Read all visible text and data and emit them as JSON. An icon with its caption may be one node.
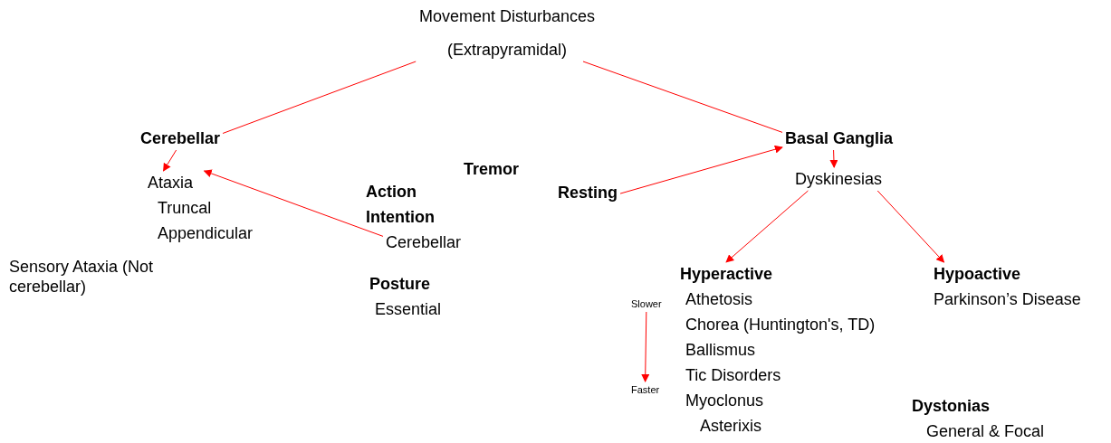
{
  "diagram": {
    "nodes": [
      {
        "text": [
          "Movement Disturbances",
          "(Extrapyramidal)"
        ]
      },
      {
        "text": [
          "Cerebellar"
        ]
      },
      {
        "text": [
          "Basal Ganglia"
        ]
      },
      {
        "text": [
          "Ataxia"
        ]
      },
      {
        "text": [
          "Cerebellar"
        ]
      },
      {
        "text": [
          "Resting"
        ]
      },
      {
        "text": [
          "Dyskinesias"
        ]
      },
      {
        "text": [
          "Hyperactive"
        ]
      },
      {
        "text": [
          "Hypoactive"
        ]
      },
      {
        "text": [
          "Slower"
        ]
      },
      {
        "text": [
          "Faster"
        ]
      }
    ],
    "edges": [
      {
        "from": 0,
        "to": 1,
        "arrow": "none"
      },
      {
        "from": 0,
        "to": 2,
        "arrow": "none"
      },
      {
        "from": 1,
        "to": 3,
        "arrow": "to"
      },
      {
        "from": 4,
        "to": 3,
        "arrow": "to"
      },
      {
        "from": 5,
        "to": 2,
        "arrow": "to"
      },
      {
        "from": 2,
        "to": 6,
        "arrow": "to"
      },
      {
        "from": 6,
        "to": 7,
        "arrow": "to"
      },
      {
        "from": 6,
        "to": 8,
        "arrow": "to"
      },
      {
        "from": 9,
        "to": 10,
        "arrow": "to"
      }
    ],
    "labels": [
      "Truncal",
      "Appendicular",
      "Sensory Ataxia (Not cerebellar)",
      "Tremor",
      "Action",
      "Intention",
      "Posture",
      "Essential",
      "Athetosis",
      "Chorea (Huntington's, TD)",
      "Ballismus",
      "Tic Disorders",
      "Myoclonus",
      "Asterixis",
      "Parkinson’s Disease",
      "Dystonias",
      "General & Focal"
    ]
  }
}
